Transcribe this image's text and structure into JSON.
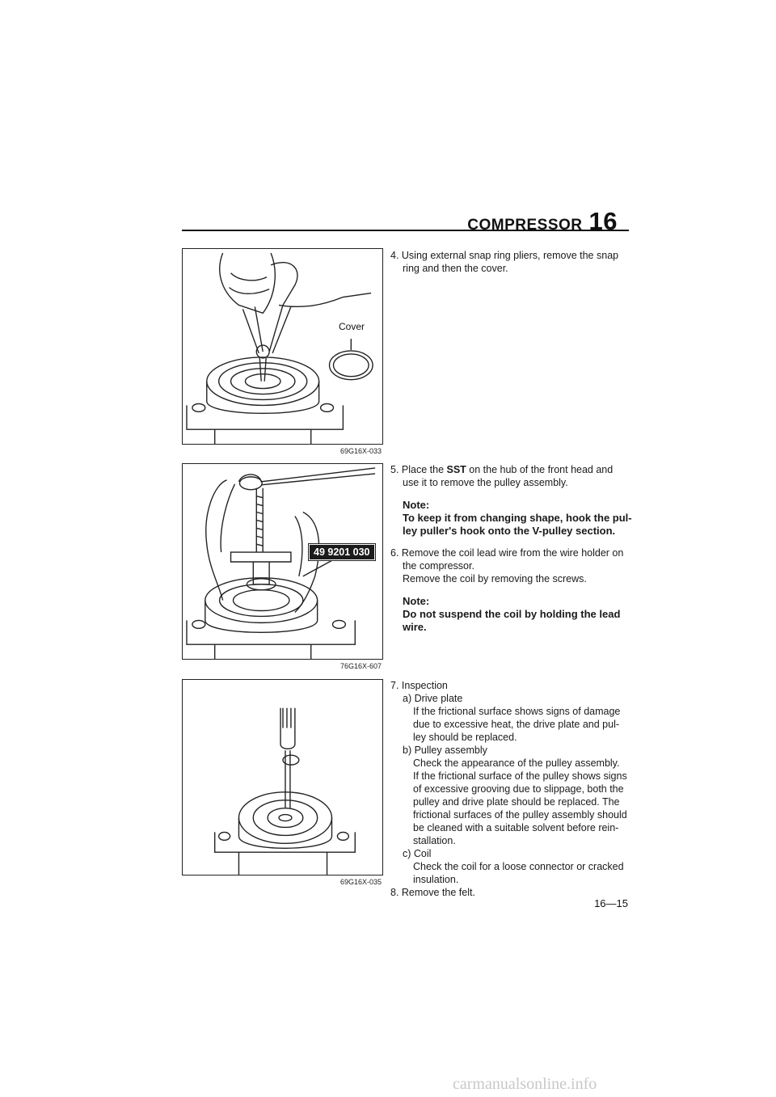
{
  "header": {
    "title": "COMPRESSOR",
    "chapter": "16"
  },
  "figures": [
    {
      "code": "69G16X-033",
      "label": "Cover"
    },
    {
      "code": "76G16X-607",
      "label": "49 9201 030"
    },
    {
      "code": "69G16X-035"
    }
  ],
  "steps": {
    "s4": "4. Using external snap ring pliers, remove the snap",
    "s4b": "ring and then the cover.",
    "s5a": "5. Place the ",
    "s5sst": "SST",
    "s5b": " on the hub of the front head and",
    "s5c": "use it to remove the pulley assembly.",
    "note1_head": "Note:",
    "note1_l1": "To keep it from changing shape, hook the pul-",
    "note1_l2": "ley puller's hook onto the V-pulley section.",
    "s6a": "6. Remove the coil lead wire from the wire holder on",
    "s6b": "the compressor.",
    "s6c": "Remove the coil by removing the screws.",
    "note2_head": "Note:",
    "note2_l1": "Do not suspend the coil by holding the lead",
    "note2_l2": "wire.",
    "s7": "7. Inspection",
    "s7a": "a) Drive plate",
    "s7a1": "If the frictional surface shows signs of damage",
    "s7a2": "due to excessive heat, the drive plate and pul-",
    "s7a3": "ley should be replaced.",
    "s7b": "b) Pulley assembly",
    "s7b1": "Check the appearance of the pulley assembly.",
    "s7b2": "If the frictional surface of the pulley shows signs",
    "s7b3": "of excessive grooving due to slippage, both the",
    "s7b4": "pulley and drive plate should be replaced. The",
    "s7b5": "frictional surfaces of the pulley assembly should",
    "s7b6": "be cleaned with a suitable solvent before rein-",
    "s7b7": "stallation.",
    "s7c": "c) Coil",
    "s7c1": "Check the coil for a loose connector or cracked",
    "s7c2": "insulation.",
    "s8": "8. Remove the felt."
  },
  "page_number": "16—15",
  "watermark": "carmanualsonline.info"
}
